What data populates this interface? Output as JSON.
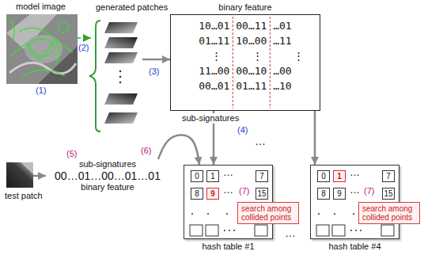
{
  "diagram": {
    "nodes": [
      {
        "text": [
          "model image"
        ]
      },
      {
        "text": [
          "generated patches"
        ]
      },
      {
        "text": [
          "binary feature",
          "10…01 00…11 …01",
          "01…11 10…00 …11",
          "⋮ ⋮ ⋮",
          "11…00 00…10 …00",
          "00…01 01…11 …10"
        ]
      },
      {
        "text": [
          "test patch"
        ]
      },
      {
        "text": [
          "sub-signatures",
          "00…01…00…01…01",
          "binary feature"
        ]
      },
      {
        "text": [
          "hash table #1"
        ]
      },
      {
        "text": [
          "0"
        ],
        "in": 5
      },
      {
        "text": [
          "1"
        ],
        "in": 5
      },
      {
        "text": [
          "7"
        ],
        "in": 5
      },
      {
        "text": [
          "8"
        ],
        "in": 5
      },
      {
        "text": [
          "9"
        ],
        "in": 5
      },
      {
        "text": [
          "15"
        ],
        "in": 5
      },
      {
        "text": [
          "search among collided points"
        ]
      },
      {
        "text": [
          "hash table #4"
        ]
      },
      {
        "text": [
          "0"
        ],
        "in": 13
      },
      {
        "text": [
          "1"
        ],
        "in": 13
      },
      {
        "text": [
          "7"
        ],
        "in": 13
      },
      {
        "text": [
          "8"
        ],
        "in": 13
      },
      {
        "text": [
          "9"
        ],
        "in": 13
      },
      {
        "text": [
          "15"
        ],
        "in": 13
      },
      {
        "text": [
          "search among collided points"
        ]
      }
    ],
    "edges": [
      {
        "from": 1,
        "to": 2,
        "arrow": "to"
      },
      {
        "from": 2,
        "to": 5,
        "arrow": "to"
      },
      {
        "from": 2,
        "to": 13,
        "arrow": "to"
      },
      {
        "from": 3,
        "to": 4,
        "arrow": "to"
      },
      {
        "from": 4,
        "to": 5,
        "arrow": "to"
      },
      {
        "from": 0,
        "to": 1,
        "arrow": "to"
      }
    ],
    "labels": [
      "(1)",
      "(2)",
      "(3)",
      "sub-signatures",
      "(4)",
      "…",
      "(5)",
      "(6)",
      "(7)",
      "(7)",
      "…",
      "…",
      "…",
      "…",
      "…"
    ]
  }
}
